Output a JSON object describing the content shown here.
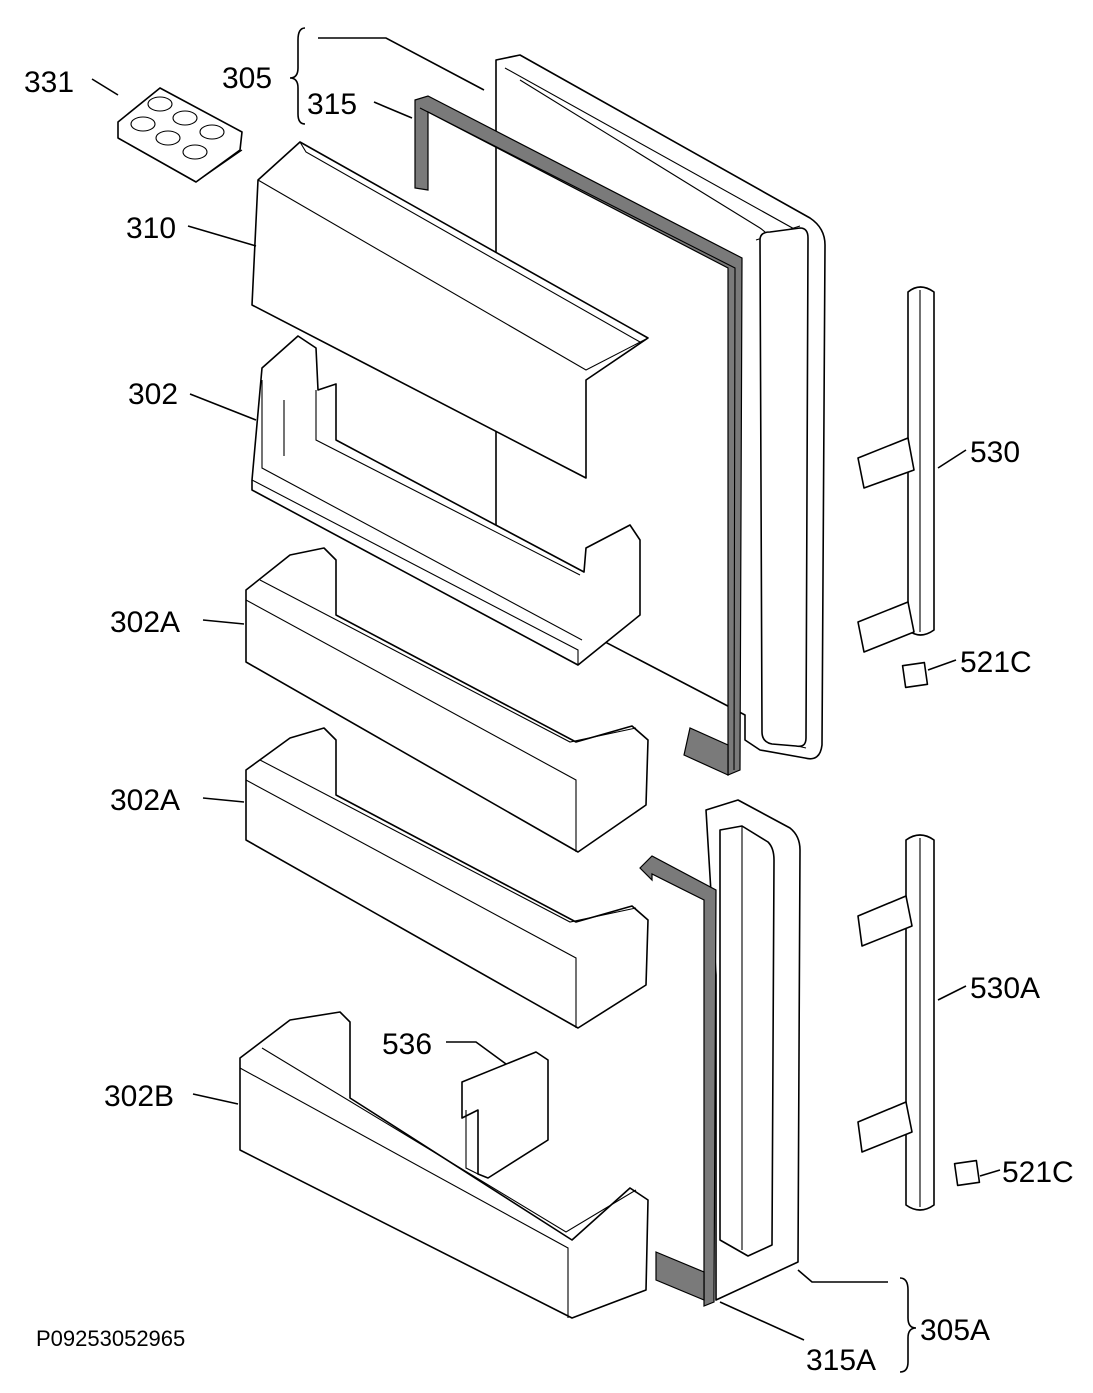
{
  "drawing_code": "P09253052965",
  "labels": {
    "p331": "331",
    "p305": "305",
    "p315": "315",
    "p310": "310",
    "p302": "302",
    "p302a_1": "302A",
    "p302a_2": "302A",
    "p302b": "302B",
    "p536": "536",
    "p530": "530",
    "p521c_1": "521C",
    "p530a": "530A",
    "p521c_2": "521C",
    "p305a": "305A",
    "p315a": "315A"
  }
}
